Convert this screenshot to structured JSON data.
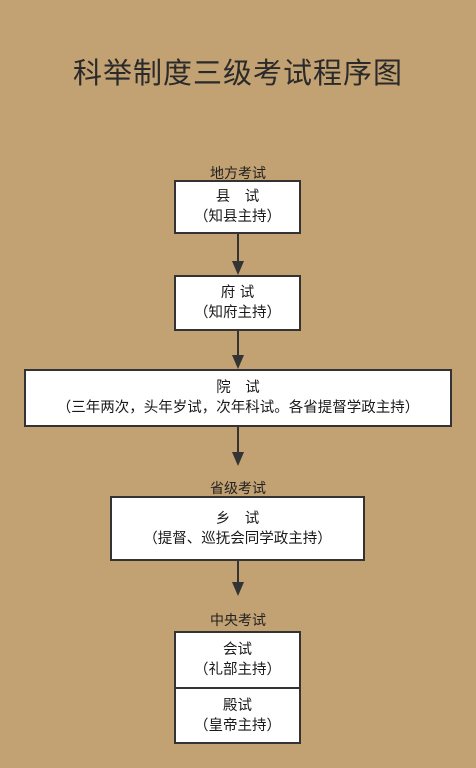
{
  "title": "科举制度三级考试程序图",
  "levels": {
    "local": "地方考试",
    "provincial": "省级考试",
    "central": "中央考试"
  },
  "stages": {
    "xian": {
      "name": "县　试",
      "note": "（知县主持）"
    },
    "fu": {
      "name": "府 试",
      "note": "（知府主持）"
    },
    "yuan": {
      "name": "院　试",
      "note": "（三年两次，头年岁试，次年科试。各省提督学政主持）"
    },
    "xiang": {
      "name": "乡　试",
      "note": "（提督、巡抚会同学政主持）"
    },
    "hui": {
      "name": "会试",
      "note": "（礼部主持）"
    },
    "dian": {
      "name": "殿试",
      "note": "（皇帝主持）"
    }
  },
  "colors": {
    "background": "#c2a173",
    "box": "#ffffff",
    "border": "#333333"
  }
}
